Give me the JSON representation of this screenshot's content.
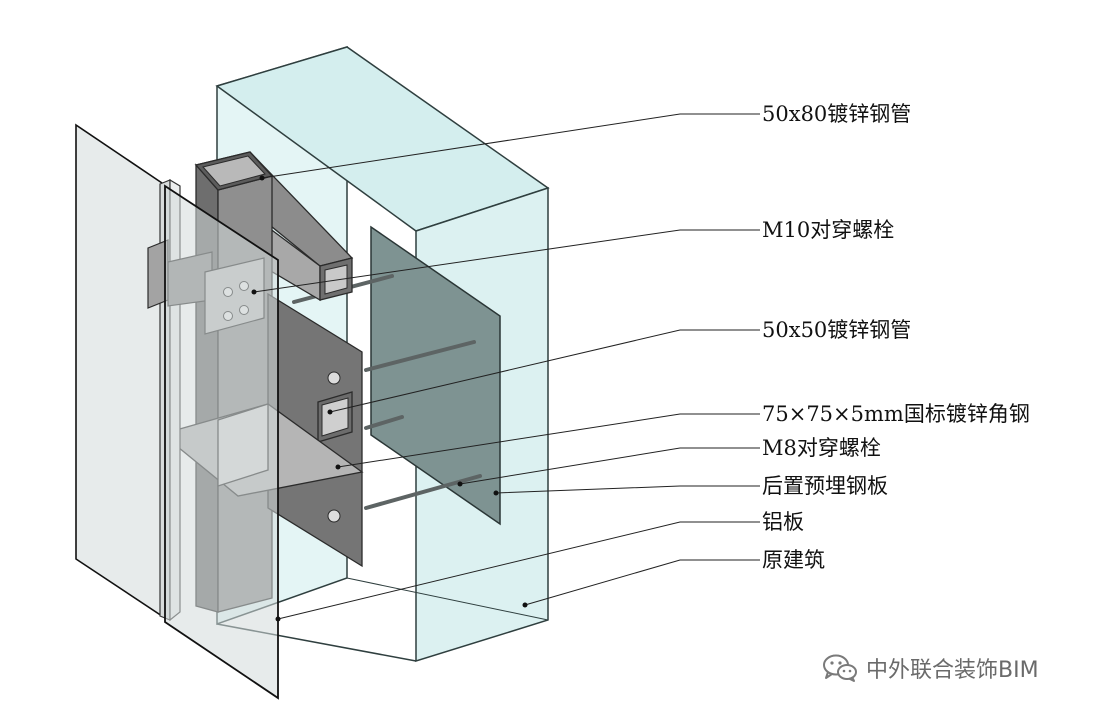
{
  "labels": {
    "tube_50x80": "50x80镀锌钢管",
    "bolt_m10": "M10对穿螺栓",
    "tube_50x50": "50x50镀锌钢管",
    "angle_steel": "75×75×5mm国标镀锌角钢",
    "bolt_m8": "M8对穿螺栓",
    "embedded_plate": "后置预埋钢板",
    "aluminum_panel": "铝板",
    "original_building": "原建筑"
  },
  "watermark": {
    "text": "中外联合装饰BIM",
    "icon": "wechat-icon"
  },
  "colors": {
    "glass_fill": "#dff2f2",
    "glass_stroke": "#2f3f3f",
    "plate_fill": "#7e9392",
    "steel_dark": "#707070",
    "steel_mid": "#8f8f8f",
    "steel_light": "#c7c7c7",
    "panel_fill": "#e2e6e6",
    "line": "#222222"
  }
}
